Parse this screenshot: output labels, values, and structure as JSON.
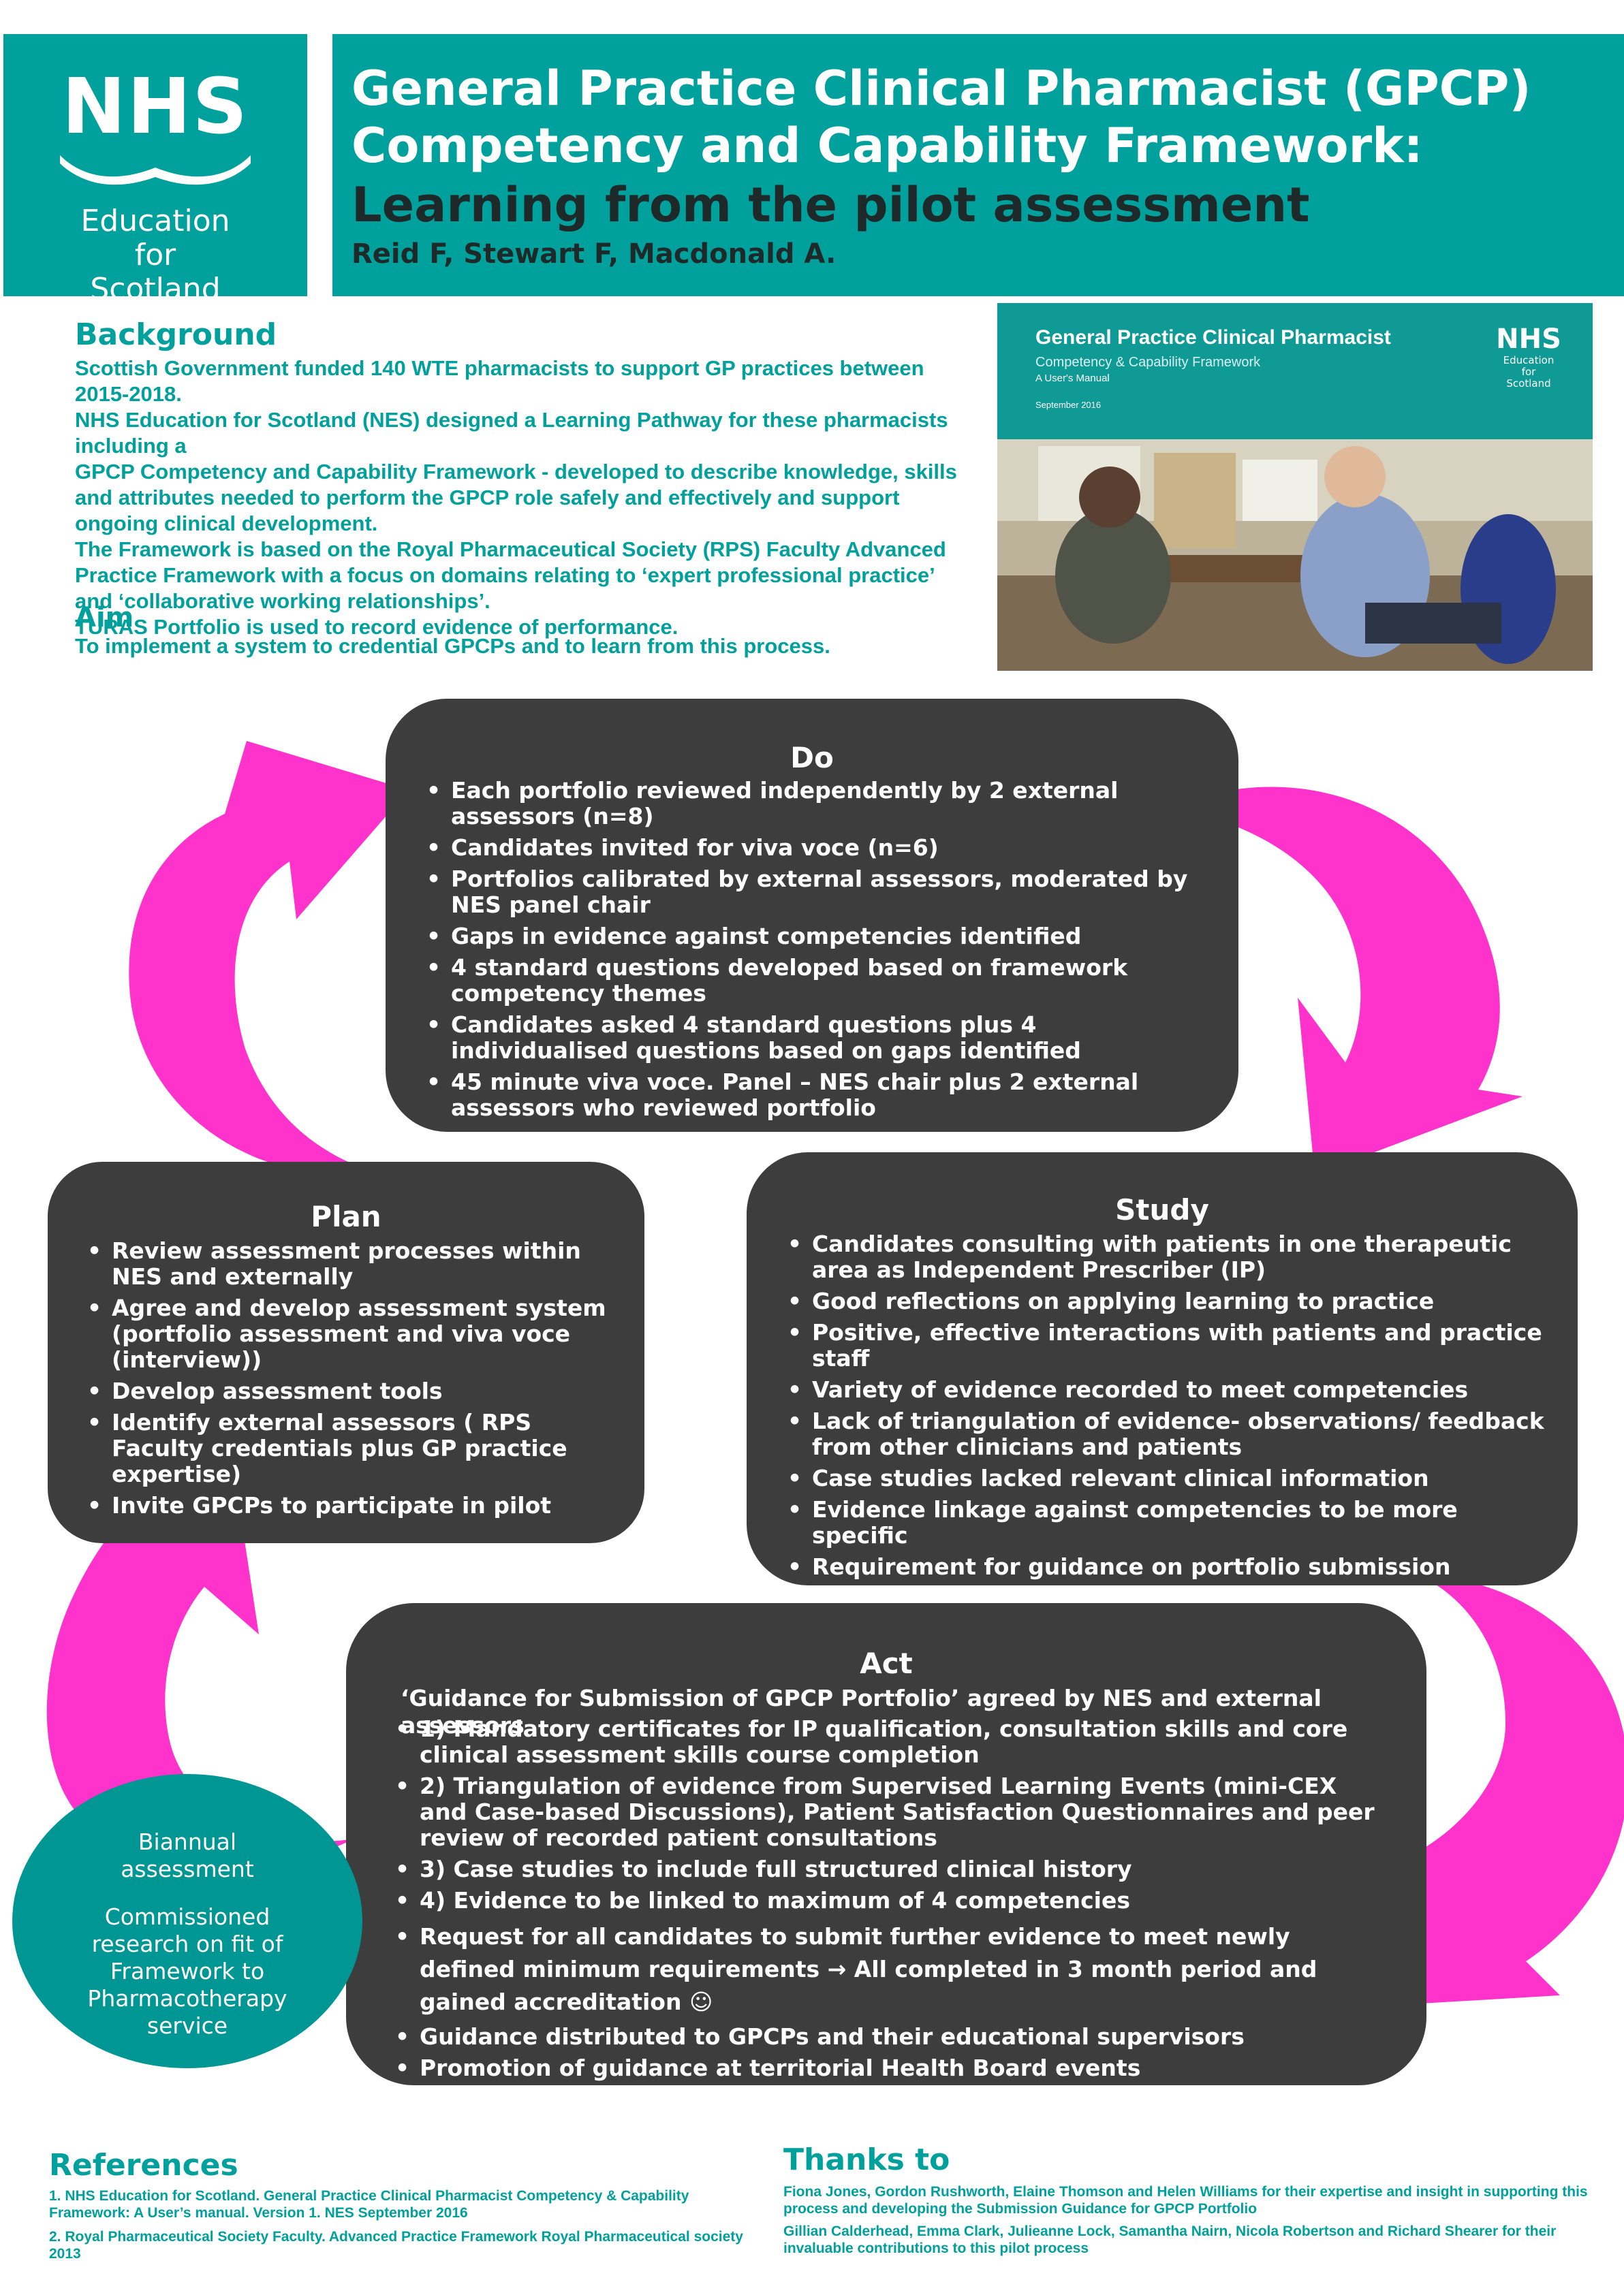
{
  "header": {
    "logo": {
      "nhs": "NHS",
      "org_lines": [
        "Education",
        "for",
        "Scotland"
      ]
    },
    "title_line1": "General Practice Clinical Pharmacist (GPCP)",
    "title_line2": "Competency and Capability Framework:",
    "title_line3": "Learning from the pilot assessment",
    "authors": "Reid F, Stewart F, Macdonald A."
  },
  "background": {
    "heading": "Background",
    "paragraphs": [
      "Scottish Government funded 140 WTE pharmacists to support GP practices between 2015-2018.",
      "NHS Education for Scotland (NES) designed a Learning Pathway for these pharmacists including a",
      "GPCP Competency and Capability Framework - developed  to describe knowledge, skills and attributes needed to perform the GPCP role safely and effectively and support ongoing clinical development.",
      "The Framework is based on the Royal Pharmaceutical Society (RPS) Faculty Advanced Practice Framework with a focus on domains relating to ‘expert professional practice’ and ‘collaborative working relationships’.",
      "TURAS Portfolio is used to record evidence of performance."
    ]
  },
  "aim": {
    "heading": "Aim",
    "text": "To implement a system to credential GPCPs and to learn from this process."
  },
  "manual_cover": {
    "title": "General Practice Clinical Pharmacist",
    "subtitle": "Competency & Capability Framework",
    "subtitle2": "A User's Manual",
    "date": "September 2016",
    "logo_nhs": "NHS",
    "logo_org": [
      "Education",
      "for",
      "Scotland"
    ]
  },
  "do": {
    "heading": "Do",
    "items": [
      "Each portfolio reviewed independently by 2 external assessors (n=8)",
      "Candidates invited for viva voce (n=6)",
      "Portfolios calibrated by external assessors, moderated by NES panel chair",
      "Gaps in evidence  against competencies identified",
      "4 standard questions developed based on framework competency themes",
      "Candidates asked 4 standard questions plus 4 individualised questions based on gaps identified",
      "45 minute viva voce. Panel – NES chair plus 2 external assessors who reviewed portfolio"
    ]
  },
  "plan": {
    "heading": "Plan",
    "items": [
      "Review assessment processes within NES and externally",
      "Agree and develop assessment system (portfolio assessment and viva voce (interview))",
      "Develop assessment tools",
      "Identify external assessors ( RPS Faculty credentials plus GP practice expertise)",
      "Invite GPCPs to participate in pilot"
    ]
  },
  "study": {
    "heading": "Study",
    "items": [
      "Candidates consulting with patients in one therapeutic area as Independent Prescriber (IP)",
      "Good reflections on applying learning to practice",
      "Positive, effective interactions with patients and practice staff",
      "Variety of evidence recorded to meet competencies",
      "Lack of triangulation of evidence- observations/ feedback from other clinicians and patients",
      "Case studies lacked relevant clinical information",
      "Evidence linkage against competencies to be more specific",
      "Requirement for guidance on portfolio submission"
    ]
  },
  "act": {
    "heading": "Act",
    "intro": "‘Guidance for Submission of GPCP Portfolio’    agreed by NES and external assessors",
    "numbered": [
      "1) Mandatory certificates for IP qualification, consultation skills and core clinical assessment skills course completion",
      "2) Triangulation of evidence from  Supervised Learning Events (mini-CEX and Case-based Discussions), Patient Satisfaction Questionnaires and peer review of recorded patient consultations",
      "3) Case studies to include full structured clinical history",
      "4) Evidence to be linked to maximum of 4 competencies"
    ],
    "bullets": [
      "Request for all candidates to submit further evidence to meet newly defined minimum requirements → All completed in 3 month period and gained accreditation ☺",
      "Guidance distributed to  GPCPs and their educational supervisors",
      "Promotion of guidance at  territorial Health Board events"
    ]
  },
  "biannual": {
    "line1": "Biannual assessment",
    "line2": "Commissioned research on fit of Framework to Pharmacotherapy service"
  },
  "references": {
    "heading": "References",
    "items": [
      "1. NHS Education for Scotland. General Practice Clinical Pharmacist Competency & Capability Framework: A User’s manual. Version 1. NES September 2016",
      "2. Royal Pharmaceutical Society Faculty.  Advanced  Practice Framework Royal Pharmaceutical society 2013"
    ]
  },
  "thanks": {
    "heading": "Thanks to",
    "items": [
      "Fiona Jones, Gordon Rushworth, Elaine Thomson and Helen Williams for their expertise and insight in supporting this process and developing the Submission Guidance for GPCP Portfolio",
      "Gillian Calderhead, Emma Clark, Julieanne Lock, Samantha Nairn, Nicola Robertson and Richard Shearer for their invaluable contributions to this pilot process"
    ]
  },
  "colors": {
    "teal": "#00a09c",
    "box": "#3d3d3d",
    "arrow": "#ff33cc"
  }
}
